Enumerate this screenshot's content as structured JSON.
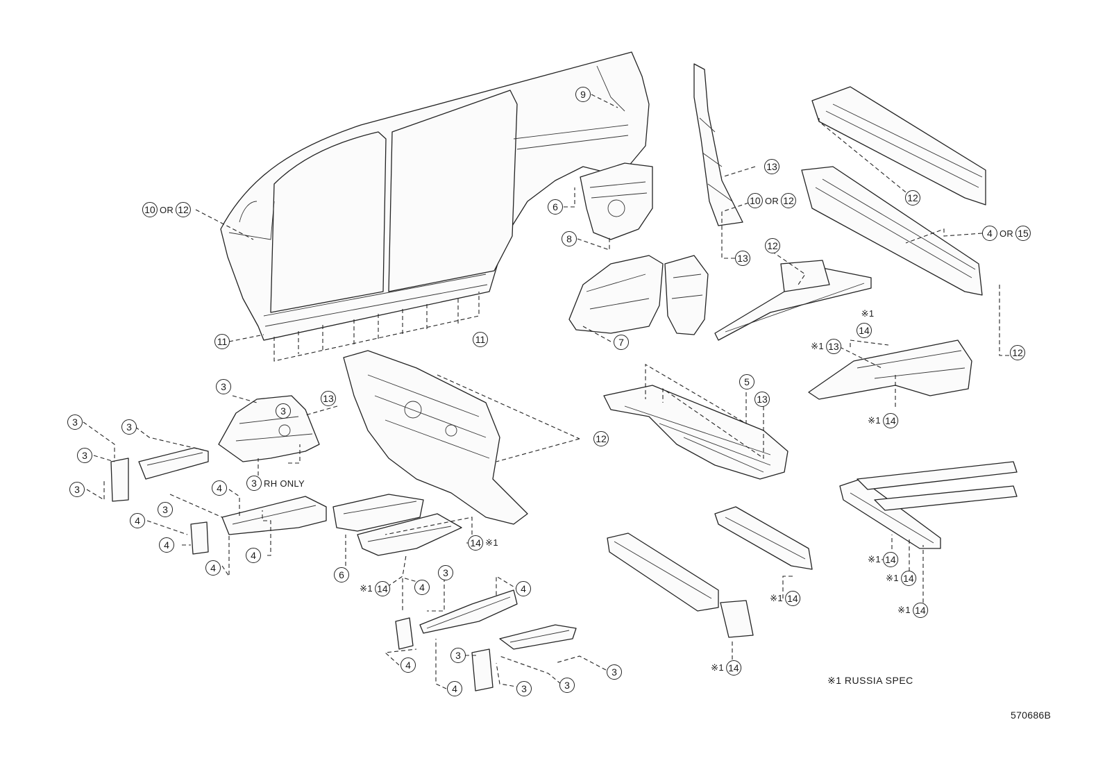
{
  "callouts": [
    {
      "pre": "",
      "a": "9",
      "mid": "",
      "b": "",
      "post": ""
    },
    {
      "pre": "",
      "a": "10",
      "mid": "OR",
      "b": "12",
      "post": ""
    },
    {
      "pre": "",
      "a": "13",
      "mid": "",
      "b": "",
      "post": ""
    },
    {
      "pre": "",
      "a": "12",
      "mid": "",
      "b": "",
      "post": ""
    },
    {
      "pre": "",
      "a": "10",
      "mid": "OR",
      "b": "12",
      "post": ""
    },
    {
      "pre": "",
      "a": "6",
      "mid": "",
      "b": "",
      "post": ""
    },
    {
      "pre": "",
      "a": "8",
      "mid": "",
      "b": "",
      "post": ""
    },
    {
      "pre": "",
      "a": "13",
      "mid": "",
      "b": "",
      "post": ""
    },
    {
      "pre": "",
      "a": "12",
      "mid": "",
      "b": "",
      "post": ""
    },
    {
      "pre": "",
      "a": "4",
      "mid": "OR",
      "b": "15",
      "post": ""
    },
    {
      "pre": "",
      "a": "7",
      "mid": "",
      "b": "",
      "post": ""
    },
    {
      "pre": "",
      "a": "11",
      "mid": "",
      "b": "",
      "post": ""
    },
    {
      "pre": "",
      "a": "11",
      "mid": "",
      "b": "",
      "post": ""
    },
    {
      "pre": "※1",
      "a": "",
      "mid": "",
      "b": "",
      "post": ""
    },
    {
      "pre": "",
      "a": "14",
      "mid": "",
      "b": "",
      "post": ""
    },
    {
      "pre": "※1",
      "a": "13",
      "mid": "",
      "b": "",
      "post": ""
    },
    {
      "pre": "",
      "a": "12",
      "mid": "",
      "b": "",
      "post": ""
    },
    {
      "pre": "",
      "a": "5",
      "mid": "",
      "b": "",
      "post": ""
    },
    {
      "pre": "",
      "a": "13",
      "mid": "",
      "b": "",
      "post": ""
    },
    {
      "pre": "※1",
      "a": "14",
      "mid": "",
      "b": "",
      "post": ""
    },
    {
      "pre": "",
      "a": "3",
      "mid": "",
      "b": "",
      "post": ""
    },
    {
      "pre": "",
      "a": "13",
      "mid": "",
      "b": "",
      "post": ""
    },
    {
      "pre": "",
      "a": "12",
      "mid": "",
      "b": "",
      "post": ""
    },
    {
      "pre": "",
      "a": "3",
      "mid": "",
      "b": "",
      "post": ""
    },
    {
      "pre": "",
      "a": "3",
      "mid": "",
      "b": "",
      "post": ""
    },
    {
      "pre": "",
      "a": "3",
      "mid": "",
      "b": "",
      "post": ""
    },
    {
      "pre": "",
      "a": "3",
      "mid": "",
      "b": "",
      "post": ""
    },
    {
      "pre": "",
      "a": "3",
      "mid": "",
      "b": "",
      "post": ""
    },
    {
      "pre": "",
      "a": "3",
      "mid": "",
      "b": "",
      "post": "RH ONLY"
    },
    {
      "pre": "",
      "a": "4",
      "mid": "",
      "b": "",
      "post": ""
    },
    {
      "pre": "",
      "a": "3",
      "mid": "",
      "b": "",
      "post": ""
    },
    {
      "pre": "",
      "a": "4",
      "mid": "",
      "b": "",
      "post": ""
    },
    {
      "pre": "",
      "a": "4",
      "mid": "",
      "b": "",
      "post": ""
    },
    {
      "pre": "",
      "a": "4",
      "mid": "",
      "b": "",
      "post": ""
    },
    {
      "pre": "",
      "a": "4",
      "mid": "",
      "b": "",
      "post": ""
    },
    {
      "pre": "",
      "a": "14",
      "mid": "",
      "b": "",
      "post": "※1"
    },
    {
      "pre": "",
      "a": "6",
      "mid": "",
      "b": "",
      "post": ""
    },
    {
      "pre": "※1",
      "a": "14",
      "mid": "",
      "b": "",
      "post": ""
    },
    {
      "pre": "",
      "a": "4",
      "mid": "",
      "b": "",
      "post": ""
    },
    {
      "pre": "",
      "a": "3",
      "mid": "",
      "b": "",
      "post": ""
    },
    {
      "pre": "",
      "a": "4",
      "mid": "",
      "b": "",
      "post": ""
    },
    {
      "pre": "",
      "a": "3",
      "mid": "",
      "b": "",
      "post": ""
    },
    {
      "pre": "",
      "a": "4",
      "mid": "",
      "b": "",
      "post": ""
    },
    {
      "pre": "",
      "a": "3",
      "mid": "",
      "b": "",
      "post": ""
    },
    {
      "pre": "",
      "a": "4",
      "mid": "",
      "b": "",
      "post": ""
    },
    {
      "pre": "",
      "a": "3",
      "mid": "",
      "b": "",
      "post": ""
    },
    {
      "pre": "",
      "a": "3",
      "mid": "",
      "b": "",
      "post": ""
    },
    {
      "pre": "※1",
      "a": "14",
      "mid": "",
      "b": "",
      "post": ""
    },
    {
      "pre": "※1",
      "a": "14",
      "mid": "",
      "b": "",
      "post": ""
    },
    {
      "pre": "※1",
      "a": "14",
      "mid": "",
      "b": "",
      "post": ""
    },
    {
      "pre": "※1",
      "a": "14",
      "mid": "",
      "b": "",
      "post": ""
    },
    {
      "pre": "※1",
      "a": "14",
      "mid": "",
      "b": "",
      "post": ""
    }
  ],
  "note": "※1 RUSSIA SPEC",
  "drawing_code": "570686B"
}
